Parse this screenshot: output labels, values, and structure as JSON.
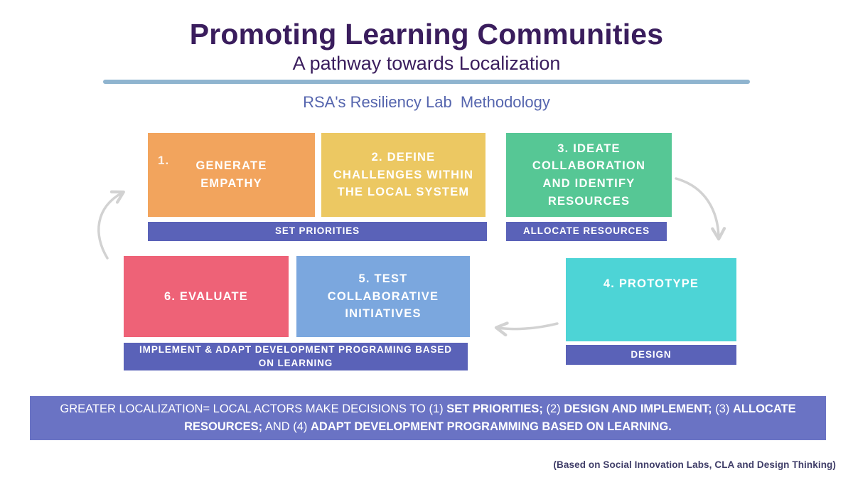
{
  "header": {
    "title": "Promoting Learning Communities",
    "subtitle": "A pathway towards Localization",
    "method_heading": "RSA's Resiliency Lab  Methodology"
  },
  "diagram": {
    "boxes": [
      {
        "id": "generate-empathy",
        "number": "1.",
        "label": "GENERATE EMPATHY",
        "color": "#F2A45D"
      },
      {
        "id": "define-challenges",
        "label": "2. DEFINE CHALLENGES WITHIN THE LOCAL SYSTEM",
        "color": "#ECC862"
      },
      {
        "id": "ideate-collaboration",
        "label": "3. IDEATE COLLABORATION AND IDENTIFY RESOURCES",
        "color": "#56C795"
      },
      {
        "id": "prototype",
        "label": "4. PROTOTYPE",
        "color": "#4DD4D6"
      },
      {
        "id": "test-initiatives",
        "label": "5. TEST COLLABORATIVE INITIATIVES",
        "color": "#7BA7DE"
      },
      {
        "id": "evaluate",
        "label": "6. EVALUATE",
        "color": "#EE6277"
      }
    ],
    "stage_bars": [
      {
        "id": "set-priorities",
        "label": "SET PRIORITIES"
      },
      {
        "id": "allocate-resources",
        "label": "ALLOCATE RESOURCES"
      },
      {
        "id": "design",
        "label": "DESIGN"
      },
      {
        "id": "implement-adapt",
        "label": "IMPLEMENT & ADAPT DEVELOPMENT PROGRAMING BASED ON LEARNING"
      }
    ],
    "bar_color": "#5A62B8",
    "arrow_color": "#D2D2D2"
  },
  "banner": {
    "color": "#6A73C4",
    "segments": [
      {
        "text": "GREATER LOCALIZATION= LOCAL ACTORS MAKE DECISIONS TO (1) ",
        "bold": false
      },
      {
        "text": "SET PRIORITIES;",
        "bold": true
      },
      {
        "text": " (2) ",
        "bold": false
      },
      {
        "text": "DESIGN AND IMPLEMENT;",
        "bold": true
      },
      {
        "text": " (3) ",
        "bold": false
      },
      {
        "text": "ALLOCATE RESOURCES;",
        "bold": true
      },
      {
        "text": " AND (4) ",
        "bold": false
      },
      {
        "text": "ADAPT DEVELOPMENT PROGRAMMING BASED ON LEARNING.",
        "bold": true
      }
    ]
  },
  "footer": {
    "credit": "(Based on Social Innovation Labs, CLA and Design Thinking)"
  },
  "colors": {
    "title": "#3A1D5D",
    "divider": "#8FB4CF",
    "method_heading": "#5565AE",
    "credit": "#3F3D68"
  }
}
